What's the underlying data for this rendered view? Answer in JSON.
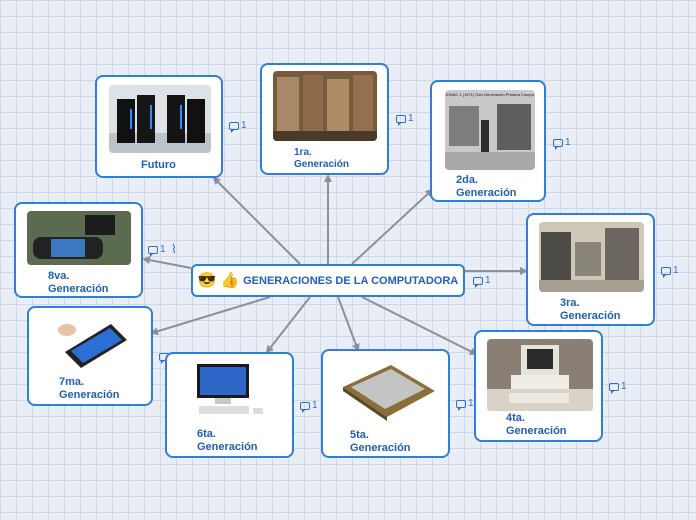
{
  "center": {
    "title": "GENERACIONES DE LA COMPUTADORA",
    "emoji_cool": "😎",
    "emoji_thumb": "👍"
  },
  "comment_count": "1",
  "clip_icon": "paperclip-icon",
  "nodes": {
    "futuro": {
      "label": "Futuro"
    },
    "gen1": {
      "label": "1ra.\nGeneración"
    },
    "gen2": {
      "label": "2da.\nGeneración",
      "photo_caption": "ENIAC 1 (1971) Gen Generación Primera Computer"
    },
    "gen3": {
      "label": "3ra.\nGeneración"
    },
    "gen4": {
      "label": "4ta.\nGeneración"
    },
    "gen5": {
      "label": "5ta.\nGeneración"
    },
    "gen6": {
      "label": "6ta.\nGeneración"
    },
    "gen7": {
      "label": "7ma.\nGeneración"
    },
    "gen8": {
      "label": "8va.\nGeneración"
    }
  },
  "colors": {
    "accent": "#2f7fd8",
    "text": "#1f5fb5",
    "connector": "#8c9097"
  }
}
